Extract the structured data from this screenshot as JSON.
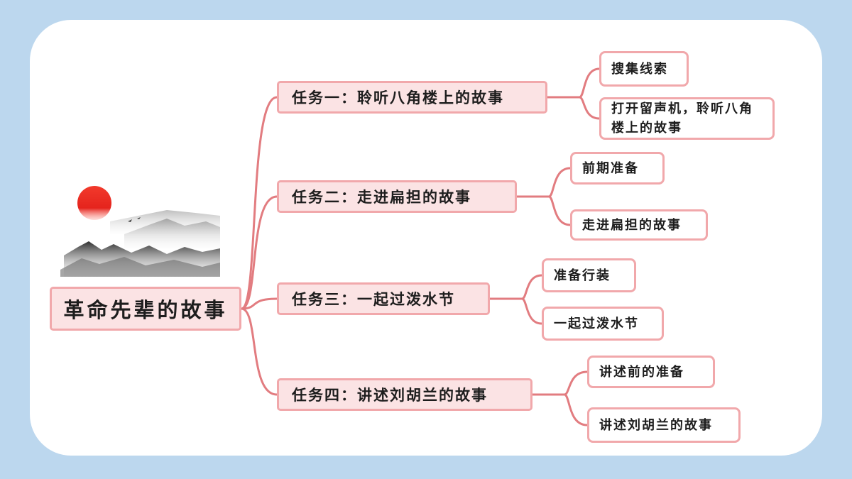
{
  "root": {
    "label": "革命先辈的故事"
  },
  "tasks": [
    {
      "label": "任务一：聆听八角楼上的故事",
      "children": [
        "搜集线索",
        "打开留声机，聆听八角楼上的故事"
      ]
    },
    {
      "label": "任务二：走进扁担的故事",
      "children": [
        "前期准备",
        "走进扁担的故事"
      ]
    },
    {
      "label": "任务三：一起过泼水节",
      "children": [
        "准备行装",
        "一起过泼水节"
      ]
    },
    {
      "label": "任务四：讲述刘胡兰的故事",
      "children": [
        "讲述前的准备",
        "讲述刘胡兰的故事"
      ]
    }
  ],
  "colors": {
    "background": "#bcd7ee",
    "node_fill": "#fbe3e4",
    "node_border": "#f1a8ab",
    "connector": "#e27c80",
    "sun": "#e5241d"
  },
  "decoration": {
    "icon": "ink-landscape-with-red-sun-icon"
  }
}
